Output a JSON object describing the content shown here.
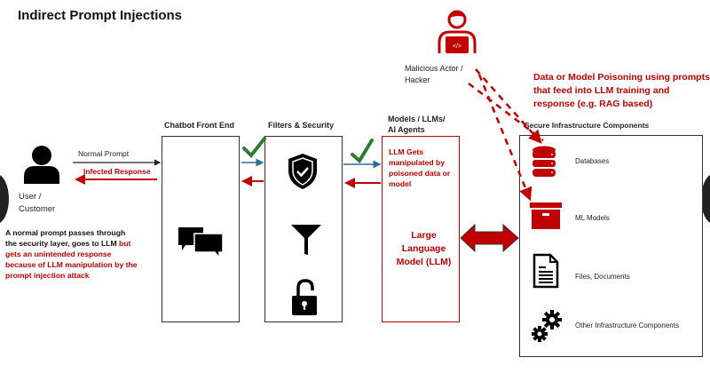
{
  "title": "Indirect Prompt Injections",
  "actor": {
    "user_label_1": "User /",
    "user_label_2": "Customer",
    "hacker_label_1": "Malicious Actor /",
    "hacker_label_2": "Hacker"
  },
  "arrows": {
    "normal_prompt": "Normal Prompt",
    "infected_response": "Infected Response"
  },
  "stages": {
    "chatbot": "Chatbot Front End",
    "filters": "Filters & Security",
    "models_1": "Models / LLMs/",
    "models_2": "AI Agents",
    "infra": "Secure Infrastructure Components"
  },
  "llm": {
    "manipulated": [
      "LLM Gets",
      "manipulated  by",
      "poisoned data or",
      "model"
    ],
    "name": [
      "Large",
      "Language",
      "Model (LLM)"
    ]
  },
  "poisoning_note": [
    "Data or Model Poisoning using prompts",
    "that feed into LLM training and",
    "response (e.g. RAG based)"
  ],
  "note": {
    "black_1": "A normal prompt passes through",
    "black_2": "the security layer, goes to LLM ",
    "red_1": "but",
    "red_2": "gets an unintended response",
    "red_3": "because of LLM manipulation by the",
    "red_4": "prompt injection attack"
  },
  "infra_items": [
    {
      "label": "Databases",
      "icon": "database-icon"
    },
    {
      "label": "ML Models",
      "icon": "box-icon"
    },
    {
      "label": "Files, Documents",
      "icon": "document-icon"
    },
    {
      "label": "Other Infrastructure Components",
      "icon": "gears-icon"
    }
  ],
  "colors": {
    "accent_red": "#c00000",
    "check_green": "#2e7d32",
    "flow_blue": "#2f6a9a"
  }
}
